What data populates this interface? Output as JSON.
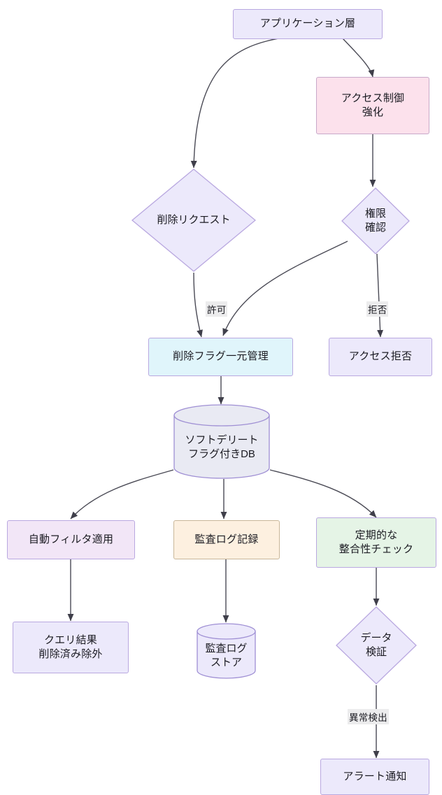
{
  "diagram": {
    "type": "flowchart",
    "direction": "top-down",
    "background": "#ffffff",
    "palette": {
      "default_fill": "#ece9fb",
      "default_stroke": "#b9a8e0",
      "pink_fill": "#fce1ec",
      "cyan_fill": "#e0f5fb",
      "cream_fill": "#fdf0e0",
      "green_fill": "#e5f4e6",
      "cylinder_fill": "#e9eaf3",
      "edge_stroke": "#444450",
      "edge_label_bg": "#ececed",
      "text": "#1b1b22"
    },
    "nodes": [
      {
        "id": "app",
        "label": "アプリケーション層",
        "shape": "rect",
        "fill": "#ece9fb"
      },
      {
        "id": "access",
        "label": "アクセス制御\n強化",
        "shape": "rect",
        "fill": "#fce1ec"
      },
      {
        "id": "delreq",
        "label": "削除リクエスト",
        "shape": "diamond",
        "fill": "#ece9fb"
      },
      {
        "id": "perm",
        "label": "権限\n確認",
        "shape": "diamond",
        "fill": "#ece9fb"
      },
      {
        "id": "flag",
        "label": "削除フラグ一元管理",
        "shape": "rect",
        "fill": "#e0f5fb"
      },
      {
        "id": "denied",
        "label": "アクセス拒否",
        "shape": "rect",
        "fill": "#ece9fb"
      },
      {
        "id": "db",
        "label": "ソフトデリート\nフラグ付きDB",
        "shape": "cylinder",
        "fill": "#e9eaf3"
      },
      {
        "id": "filter",
        "label": "自動フィルタ適用",
        "shape": "rect",
        "fill": "#f2e6f7"
      },
      {
        "id": "audit",
        "label": "監査ログ記録",
        "shape": "rect",
        "fill": "#fdf0e0"
      },
      {
        "id": "check",
        "label": "定期的な\n整合性チェック",
        "shape": "rect",
        "fill": "#e5f4e6"
      },
      {
        "id": "query",
        "label": "クエリ結果\n削除済み除外",
        "shape": "rect",
        "fill": "#ece9fb"
      },
      {
        "id": "logstore",
        "label": "監査ログ\nストア",
        "shape": "cylinder",
        "fill": "#ece9fb"
      },
      {
        "id": "verify",
        "label": "データ\n検証",
        "shape": "diamond",
        "fill": "#ece9fb"
      },
      {
        "id": "alert",
        "label": "アラート通知",
        "shape": "rect",
        "fill": "#ece9fb"
      }
    ],
    "edges": [
      {
        "from": "app",
        "to": "delreq",
        "label": ""
      },
      {
        "from": "app",
        "to": "access",
        "label": ""
      },
      {
        "from": "access",
        "to": "perm",
        "label": ""
      },
      {
        "from": "delreq",
        "to": "flag",
        "label": ""
      },
      {
        "from": "perm",
        "to": "flag",
        "label": "許可"
      },
      {
        "from": "perm",
        "to": "denied",
        "label": "拒否"
      },
      {
        "from": "flag",
        "to": "db",
        "label": ""
      },
      {
        "from": "db",
        "to": "filter",
        "label": ""
      },
      {
        "from": "db",
        "to": "audit",
        "label": ""
      },
      {
        "from": "db",
        "to": "check",
        "label": ""
      },
      {
        "from": "filter",
        "to": "query",
        "label": ""
      },
      {
        "from": "audit",
        "to": "logstore",
        "label": ""
      },
      {
        "from": "check",
        "to": "verify",
        "label": ""
      },
      {
        "from": "verify",
        "to": "alert",
        "label": "異常検出"
      }
    ],
    "edge_labels": {
      "allow": "許可",
      "deny": "拒否",
      "anomaly": "異常検出"
    },
    "node_text": {
      "app": "アプリケーション層",
      "access_l1": "アクセス制御",
      "access_l2": "強化",
      "delreq": "削除リクエスト",
      "perm_l1": "権限",
      "perm_l2": "確認",
      "flag": "削除フラグ一元管理",
      "denied": "アクセス拒否",
      "db_l1": "ソフトデリート",
      "db_l2": "フラグ付きDB",
      "filter": "自動フィルタ適用",
      "audit": "監査ログ記録",
      "check_l1": "定期的な",
      "check_l2": "整合性チェック",
      "query_l1": "クエリ結果",
      "query_l2": "削除済み除外",
      "logstore_l1": "監査ログ",
      "logstore_l2": "ストア",
      "verify_l1": "データ",
      "verify_l2": "検証",
      "alert": "アラート通知"
    }
  }
}
